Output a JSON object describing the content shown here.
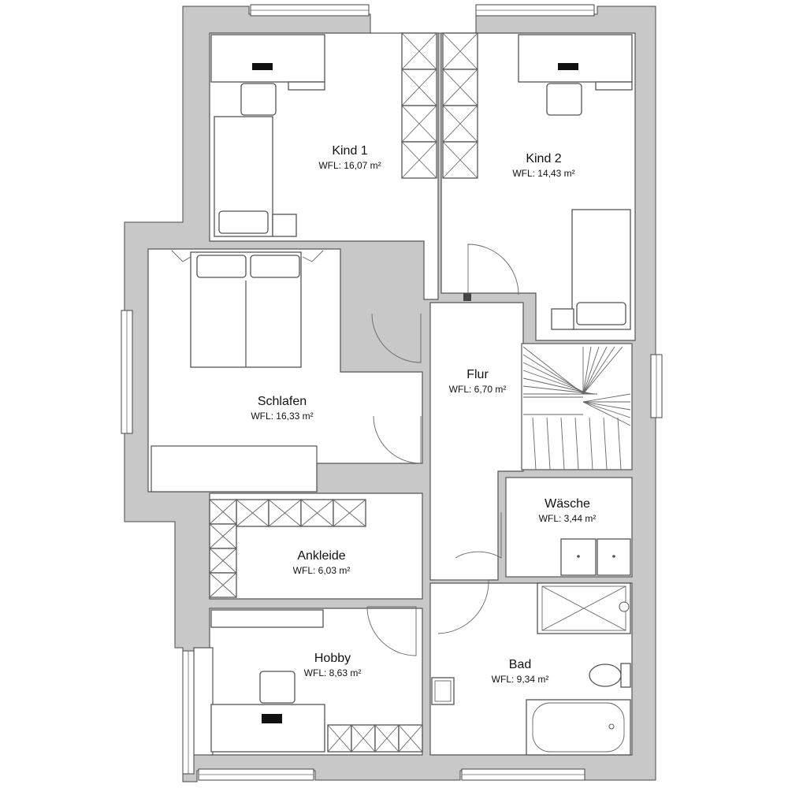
{
  "rooms": [
    {
      "id": "kind1",
      "name": "Kind 1",
      "area": "WFL: 16,07 m²"
    },
    {
      "id": "kind2",
      "name": "Kind 2",
      "area": "WFL: 14,43 m²"
    },
    {
      "id": "flur",
      "name": "Flur",
      "area": "WFL: 6,70 m²"
    },
    {
      "id": "schlafen",
      "name": "Schlafen",
      "area": "WFL: 16,33 m²"
    },
    {
      "id": "waesche",
      "name": "Wäsche",
      "area": "WFL: 3,44 m²"
    },
    {
      "id": "ankleide",
      "name": "Ankleide",
      "area": "WFL: 6,03 m²"
    },
    {
      "id": "hobby",
      "name": "Hobby",
      "area": "WFL: 8,63 m²"
    },
    {
      "id": "bad",
      "name": "Bad",
      "area": "WFL: 9,34 m²"
    }
  ],
  "colors": {
    "wall": "#c8c8c8",
    "outline": "#4a4a4a",
    "room": "#ffffff"
  }
}
